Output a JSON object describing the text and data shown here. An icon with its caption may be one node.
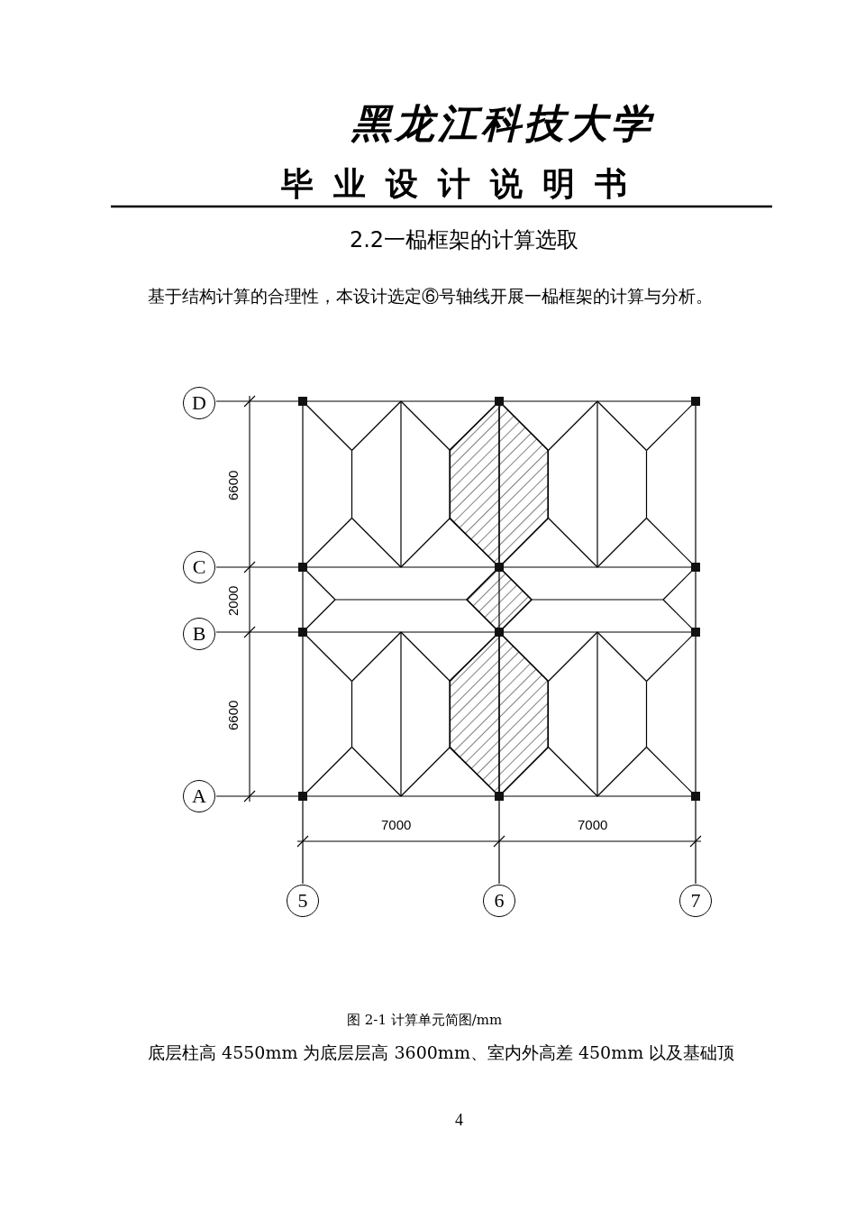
{
  "diagram": {
    "title": "2.2一榀框架的计算选取",
    "nodes": [
      {
        "text": [
          "D"
        ]
      },
      {
        "text": [
          "C"
        ]
      },
      {
        "text": [
          "B"
        ]
      },
      {
        "text": [
          "A"
        ]
      },
      {
        "text": [
          "5"
        ]
      },
      {
        "text": [
          "6"
        ]
      },
      {
        "text": [
          "7"
        ]
      }
    ],
    "labels": [
      "黑龙江科技大学",
      "毕业设计说明书",
      "基于结构计算的合理性，本设计选定⑥号轴线开展一榀框架的计算与分析。",
      "6600",
      "2000",
      "6600",
      "7000",
      "7000",
      "底层柱高 4550mm 为底层层高 3600mm、室内外高差 450mm 以及基础顶",
      "4"
    ],
    "caption": "图 2-1 计算单元简图/mm"
  }
}
